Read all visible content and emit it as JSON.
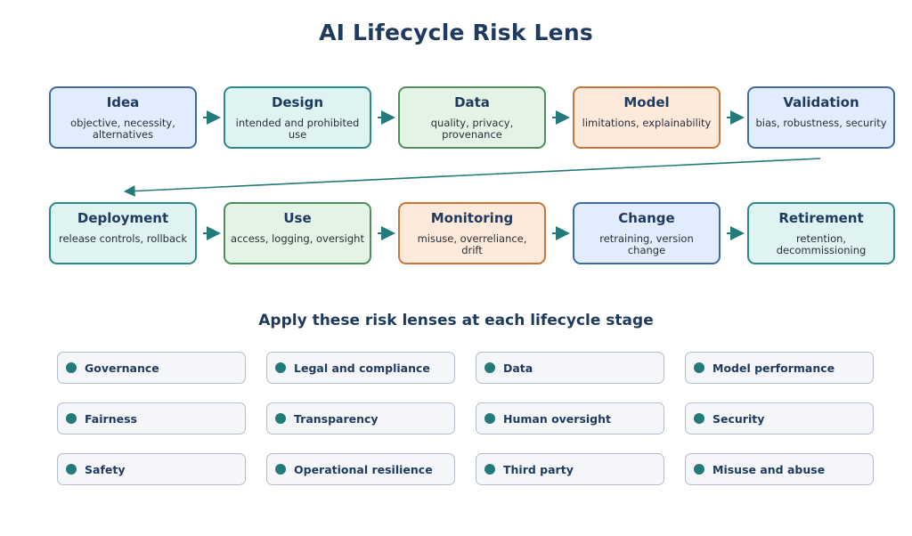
{
  "title": "AI Lifecycle Risk Lens",
  "subtitle": "Apply these risk lenses at each lifecycle stage",
  "stages_row1": [
    {
      "name": "Idea",
      "desc": "objective, necessity, alternatives"
    },
    {
      "name": "Design",
      "desc": "intended and prohibited use"
    },
    {
      "name": "Data",
      "desc": "quality, privacy, provenance"
    },
    {
      "name": "Model",
      "desc": "limitations, explainability"
    },
    {
      "name": "Validation",
      "desc": "bias, robustness, security"
    }
  ],
  "stages_row2": [
    {
      "name": "Deployment",
      "desc": "release controls, rollback"
    },
    {
      "name": "Use",
      "desc": "access, logging, oversight"
    },
    {
      "name": "Monitoring",
      "desc": "misuse, overreliance, drift"
    },
    {
      "name": "Change",
      "desc": "retraining, version change"
    },
    {
      "name": "Retirement",
      "desc": "retention, decommissioning"
    }
  ],
  "lenses": [
    {
      "label": "Governance"
    },
    {
      "label": "Legal and compliance"
    },
    {
      "label": "Data"
    },
    {
      "label": "Model performance"
    },
    {
      "label": "Fairness"
    },
    {
      "label": "Transparency"
    },
    {
      "label": "Human oversight"
    },
    {
      "label": "Security"
    },
    {
      "label": "Safety"
    },
    {
      "label": "Operational resilience"
    },
    {
      "label": "Third party"
    },
    {
      "label": "Misuse and abuse"
    }
  ],
  "colors": {
    "blue": "#e1edfc",
    "teal": "#dff3f3",
    "green": "#e3f3e5",
    "orange": "#feeadb",
    "arrow": "#237a7a",
    "heading": "#1f3a5f"
  }
}
